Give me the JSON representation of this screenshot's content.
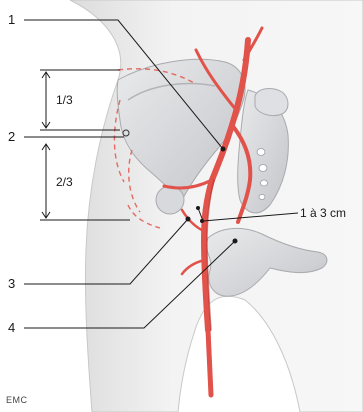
{
  "figure": {
    "callouts": [
      {
        "label": "1"
      },
      {
        "label": "2"
      },
      {
        "label": "3"
      },
      {
        "label": "4"
      }
    ],
    "ratio_top": "1/3",
    "ratio_bottom": "2/3",
    "distance": "1 à 3 cm",
    "logo": "EMC",
    "colors": {
      "artery": "#e0524a",
      "artery_dark": "#b8312c",
      "bone": "#d9dadd",
      "bone_shadow": "#b7b8bc",
      "dashed": "#e46a62",
      "skin": "#efefef"
    }
  }
}
